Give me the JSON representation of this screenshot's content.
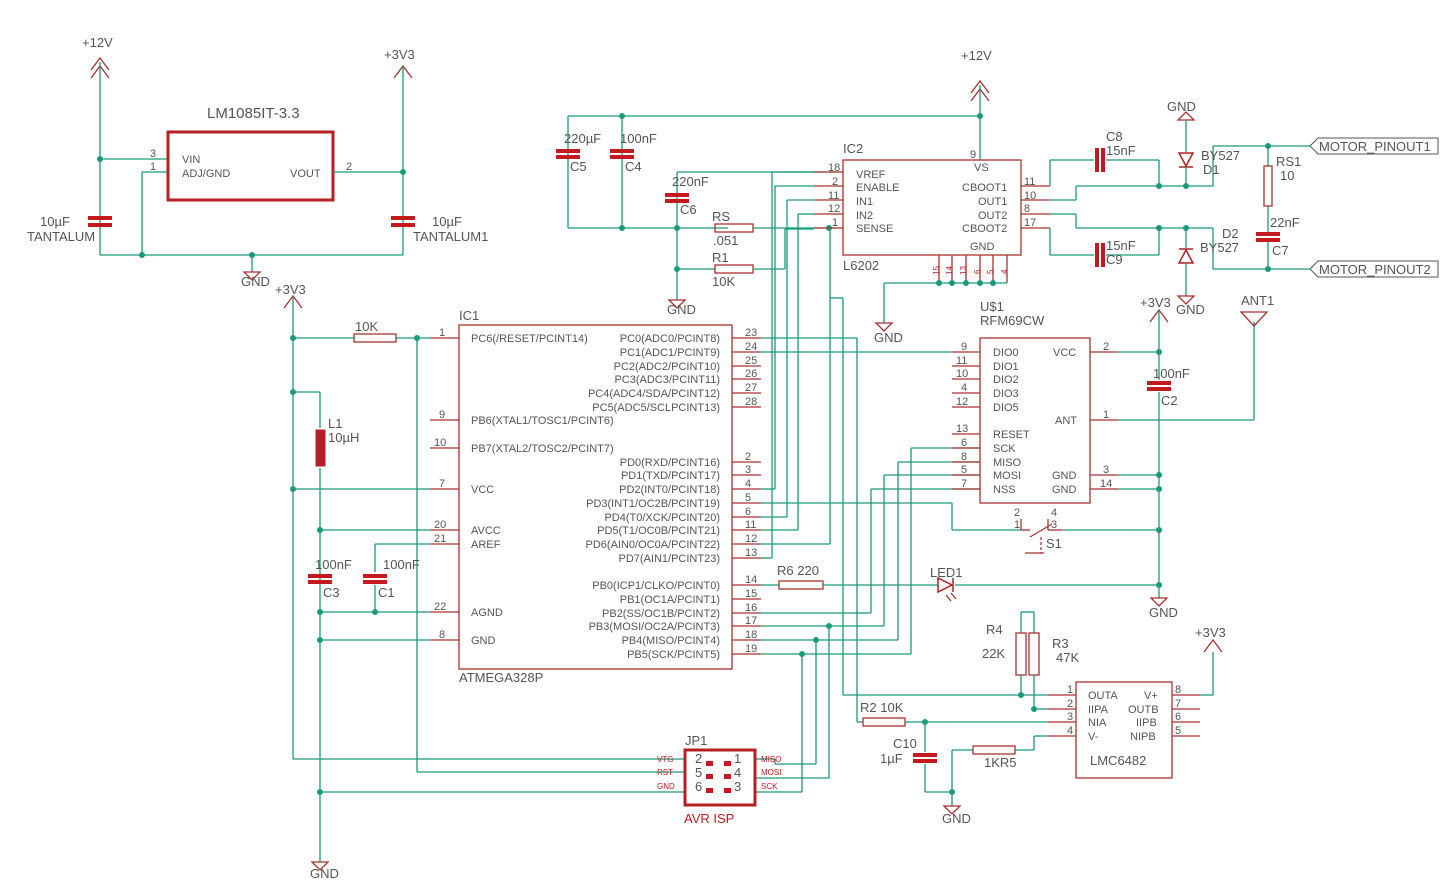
{
  "power": {
    "p12v": "+12V",
    "p3v3": "+3V3",
    "gnd": "GND"
  },
  "reg": {
    "name": "LM1085IT-3.3",
    "pins": [
      "VIN",
      "ADJ/GND",
      "VOUT"
    ],
    "pin_nums": [
      "3",
      "1",
      "2"
    ],
    "cin_value": "10µF",
    "cin_name": "TANTALUM",
    "cout_value": "10µF",
    "cout_name": "TANTALUM1"
  },
  "l6202": {
    "ref": "IC2",
    "name": "L6202",
    "left_pins": [
      {
        "num": "18",
        "label": "VREF"
      },
      {
        "num": "2",
        "label": "ENABLE"
      },
      {
        "num": "11",
        "label": "IN1"
      },
      {
        "num": "12",
        "label": "IN2"
      },
      {
        "num": "1",
        "label": "SENSE"
      }
    ],
    "right_pins": [
      {
        "num": "11",
        "label": "CBOOT1"
      },
      {
        "num": "10",
        "label": "OUT1"
      },
      {
        "num": "8",
        "label": "OUT2"
      },
      {
        "num": "17",
        "label": "CBOOT2"
      }
    ],
    "vs_label": "VS",
    "vs_num": "9",
    "gnd_label": "GND",
    "gnd_nums": [
      "15",
      "14",
      "13",
      "6",
      "5",
      "4"
    ]
  },
  "l6202_parts": {
    "c5": {
      "value": "220µF",
      "name": "C5"
    },
    "c4": {
      "value": "100nF",
      "name": "C4"
    },
    "c6": {
      "value": "220nF",
      "name": "C6"
    },
    "rs": {
      "name": "RS",
      "value": ".051"
    },
    "r1": {
      "name": "R1",
      "value": "10K"
    },
    "c8": {
      "name": "C8",
      "value": "15nF"
    },
    "c9": {
      "name": "C9",
      "value": "15nF"
    },
    "d1": {
      "name": "D1",
      "value": "BY527"
    },
    "d2": {
      "name": "D2",
      "value": "BY527"
    },
    "rs1": {
      "name": "RS1",
      "value": "10"
    },
    "c7": {
      "name": "C7",
      "value": "22nF"
    },
    "motor1": "MOTOR_PINOUT1",
    "motor2": "MOTOR_PINOUT2"
  },
  "mcu": {
    "ref": "IC1",
    "name": "ATMEGA328P",
    "left_pins": [
      {
        "num": "1",
        "label": "PC6(/RESET/PCINT14)"
      },
      {
        "num": "9",
        "label": "PB6(XTAL1/TOSC1/PCINT6)"
      },
      {
        "num": "10",
        "label": "PB7(XTAL2/TOSC2/PCINT7)"
      },
      {
        "num": "7",
        "label": "VCC"
      },
      {
        "num": "20",
        "label": "AVCC"
      },
      {
        "num": "21",
        "label": "AREF"
      },
      {
        "num": "22",
        "label": "AGND"
      },
      {
        "num": "8",
        "label": "GND"
      }
    ],
    "right_pins": [
      {
        "num": "23",
        "label": "PC0(ADC0/PCINT8)"
      },
      {
        "num": "24",
        "label": "PC1(ADC1/PCINT9)"
      },
      {
        "num": "25",
        "label": "PC2(ADC2/PCINT10)"
      },
      {
        "num": "26",
        "label": "PC3(ADC3/PCINT11)"
      },
      {
        "num": "27",
        "label": "PC4(ADC4/SDA/PCINT12)"
      },
      {
        "num": "28",
        "label": "PC5(ADC5/SCLPCINT13)"
      },
      {
        "num": "2",
        "label": "PD0(RXD/PCINT16)"
      },
      {
        "num": "3",
        "label": "PD1(TXD/PCINT17)"
      },
      {
        "num": "4",
        "label": "PD2(INT0/PCINT18)"
      },
      {
        "num": "5",
        "label": "PD3(INT1/OC2B/PCINT19)"
      },
      {
        "num": "6",
        "label": "PD4(T0/XCK/PCINT20)"
      },
      {
        "num": "11",
        "label": "PD5(T1/OC0B/PCINT21)"
      },
      {
        "num": "12",
        "label": "PD6(AIN0/OC0A/PCINT22)"
      },
      {
        "num": "13",
        "label": "PD7(AIN1/PCINT23)"
      },
      {
        "num": "14",
        "label": "PB0(ICP1/CLKO/PCINT0)"
      },
      {
        "num": "15",
        "label": "PB1(OC1A/PCINT1)"
      },
      {
        "num": "16",
        "label": "PB2(SS/OC1B/PCINT2)"
      },
      {
        "num": "17",
        "label": "PB3(MOSI/OC2A/PCINT3)"
      },
      {
        "num": "18",
        "label": "PB4(MISO/PCINT4)"
      },
      {
        "num": "19",
        "label": "PB5(SCK/PCINT5)"
      }
    ]
  },
  "mcu_parts": {
    "r10k": "10K",
    "l1": {
      "name": "L1",
      "value": "10µH"
    },
    "c3": {
      "value": "100nF",
      "name": "C3"
    },
    "c1": {
      "value": "100nF",
      "name": "C1"
    }
  },
  "rfm": {
    "ref": "U$1",
    "name": "RFM69CW",
    "left_pins": [
      {
        "num": "9",
        "label": "DIO0"
      },
      {
        "num": "11",
        "label": "DIO1"
      },
      {
        "num": "10",
        "label": "DIO2"
      },
      {
        "num": "4",
        "label": "DIO3"
      },
      {
        "num": "12",
        "label": "DIO5"
      },
      {
        "num": "13",
        "label": "RESET"
      },
      {
        "num": "6",
        "label": "SCK"
      },
      {
        "num": "8",
        "label": "MISO"
      },
      {
        "num": "5",
        "label": "MOSI"
      },
      {
        "num": "7",
        "label": "NSS"
      }
    ],
    "right_pins": [
      {
        "num": "2",
        "label": "VCC"
      },
      {
        "num": "1",
        "label": "ANT"
      },
      {
        "num": "3",
        "label": "GND"
      },
      {
        "num": "14",
        "label": "GND"
      }
    ]
  },
  "rfm_parts": {
    "c2": {
      "value": "100nF",
      "name": "C2"
    },
    "ant": "ANT1",
    "s1": {
      "name": "S1",
      "pins": [
        "2",
        "1",
        "4",
        "3"
      ]
    },
    "r6": "R6 220",
    "led": "LED1"
  },
  "opamp": {
    "name": "LMC6482",
    "left_pins": [
      {
        "num": "1",
        "label": "OUTA"
      },
      {
        "num": "2",
        "label": "IIPA"
      },
      {
        "num": "3",
        "label": "NIA"
      },
      {
        "num": "4",
        "label": "V-"
      }
    ],
    "right_pins": [
      {
        "num": "8",
        "label": "V+"
      },
      {
        "num": "7",
        "label": "OUTB"
      },
      {
        "num": "6",
        "label": "IIPB"
      },
      {
        "num": "5",
        "label": "NIPB"
      }
    ]
  },
  "opamp_parts": {
    "r4": {
      "name": "R4",
      "value": "22K"
    },
    "r3": {
      "name": "R3",
      "value": "47K"
    },
    "r2": "R2 10K",
    "c10": {
      "name": "C10",
      "value": "1µF"
    },
    "r1kr5": "1KR5"
  },
  "isp": {
    "ref": "JP1",
    "name": "AVR ISP",
    "left_labels": [
      "VTG",
      "RST",
      "GND"
    ],
    "right_labels": [
      "MISO",
      "MOSI",
      "SCK"
    ],
    "left_nums": [
      "2",
      "5",
      "6"
    ],
    "right_nums": [
      "1",
      "4",
      "3"
    ]
  }
}
